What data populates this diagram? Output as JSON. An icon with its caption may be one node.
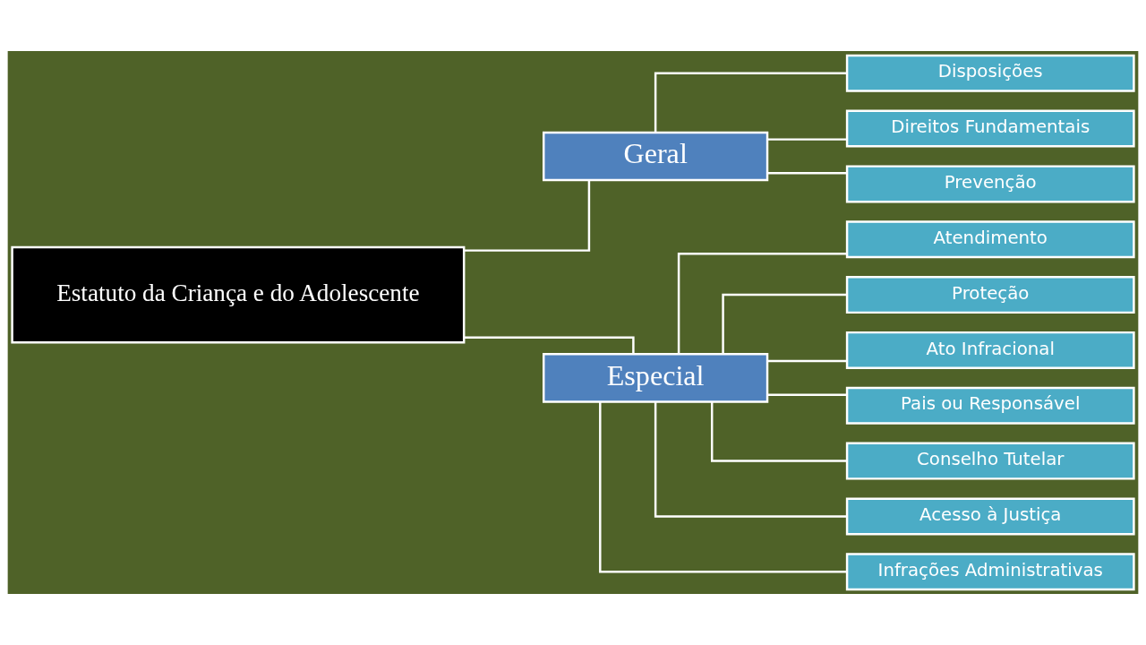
{
  "diagram": {
    "nodes": [
      {
        "text": [
          "Estatuto da Criança e do Adolescente"
        ]
      },
      {
        "text": [
          "Geral"
        ]
      },
      {
        "text": [
          "Especial"
        ]
      },
      {
        "text": [
          "Disposições"
        ]
      },
      {
        "text": [
          "Direitos Fundamentais"
        ]
      },
      {
        "text": [
          "Prevenção"
        ]
      },
      {
        "text": [
          "Atendimento"
        ]
      },
      {
        "text": [
          "Proteção"
        ]
      },
      {
        "text": [
          "Ato Infracional"
        ]
      },
      {
        "text": [
          "Pais ou Responsável"
        ]
      },
      {
        "text": [
          "Conselho Tutelar"
        ]
      },
      {
        "text": [
          "Acesso à Justiça"
        ]
      },
      {
        "text": [
          "Infrações Administrativas"
        ]
      }
    ],
    "edges": [
      {
        "from": 0,
        "to": 1,
        "arrow": "none"
      },
      {
        "from": 0,
        "to": 2,
        "arrow": "none"
      },
      {
        "from": 1,
        "to": 3,
        "arrow": "none"
      },
      {
        "from": 1,
        "to": 4,
        "arrow": "none"
      },
      {
        "from": 1,
        "to": 5,
        "arrow": "none"
      },
      {
        "from": 2,
        "to": 6,
        "arrow": "none"
      },
      {
        "from": 2,
        "to": 7,
        "arrow": "none"
      },
      {
        "from": 2,
        "to": 8,
        "arrow": "none"
      },
      {
        "from": 2,
        "to": 9,
        "arrow": "none"
      },
      {
        "from": 2,
        "to": 10,
        "arrow": "none"
      },
      {
        "from": 2,
        "to": 11,
        "arrow": "none"
      },
      {
        "from": 2,
        "to": 12,
        "arrow": "none"
      }
    ]
  }
}
